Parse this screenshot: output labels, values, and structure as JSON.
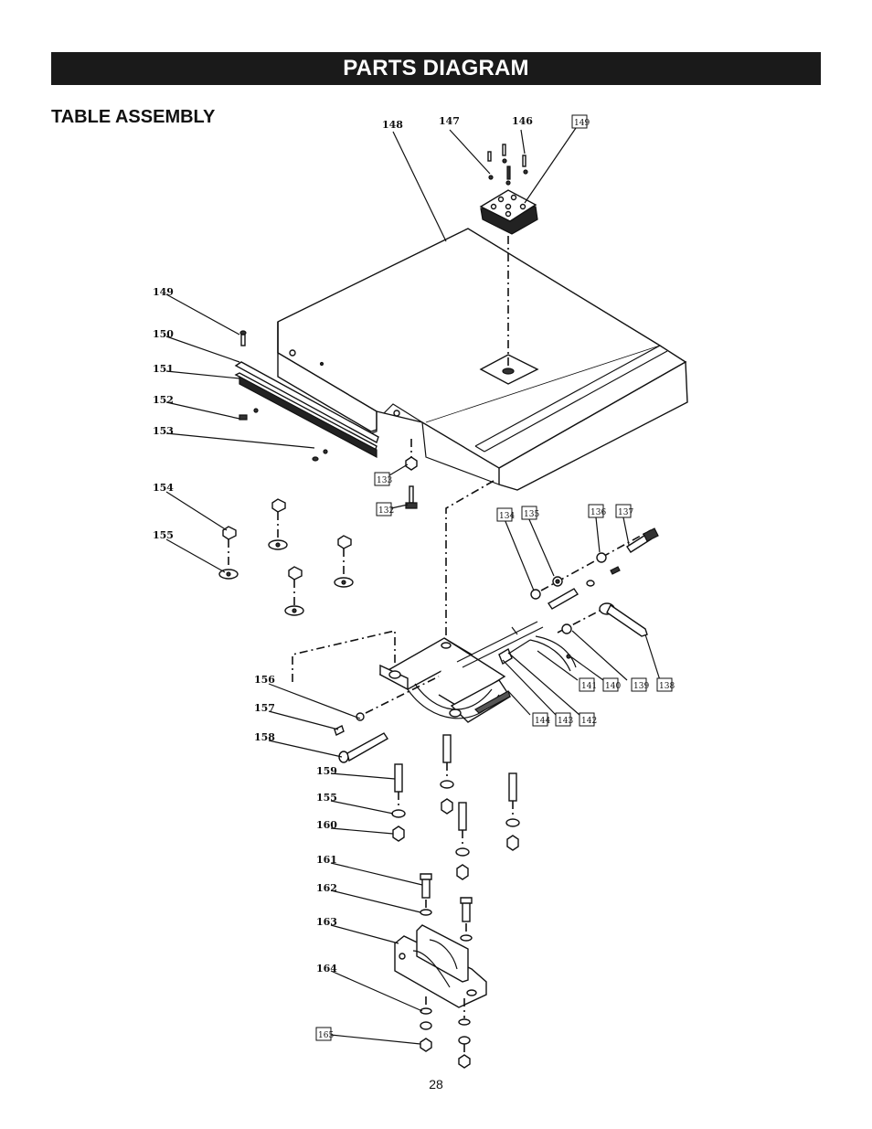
{
  "header": {
    "title": "PARTS DIAGRAM"
  },
  "section": {
    "title": "TABLE ASSEMBLY"
  },
  "footer": {
    "page_number": "28"
  },
  "callouts": {
    "plain": [
      {
        "id": "148"
      },
      {
        "id": "147"
      },
      {
        "id": "146"
      },
      {
        "id": "149"
      },
      {
        "id": "150"
      },
      {
        "id": "151"
      },
      {
        "id": "152"
      },
      {
        "id": "153"
      },
      {
        "id": "154"
      },
      {
        "id": "155"
      },
      {
        "id": "156"
      },
      {
        "id": "157"
      },
      {
        "id": "158"
      },
      {
        "id": "159"
      },
      {
        "id": "155"
      },
      {
        "id": "160"
      },
      {
        "id": "161"
      },
      {
        "id": "162"
      },
      {
        "id": "163"
      },
      {
        "id": "164"
      }
    ],
    "boxed": [
      {
        "id": "149"
      },
      {
        "id": "133"
      },
      {
        "id": "132"
      },
      {
        "id": "134"
      },
      {
        "id": "135"
      },
      {
        "id": "136"
      },
      {
        "id": "137"
      },
      {
        "id": "141"
      },
      {
        "id": "140"
      },
      {
        "id": "139"
      },
      {
        "id": "138"
      },
      {
        "id": "144"
      },
      {
        "id": "143"
      },
      {
        "id": "142"
      },
      {
        "id": "165"
      }
    ]
  }
}
